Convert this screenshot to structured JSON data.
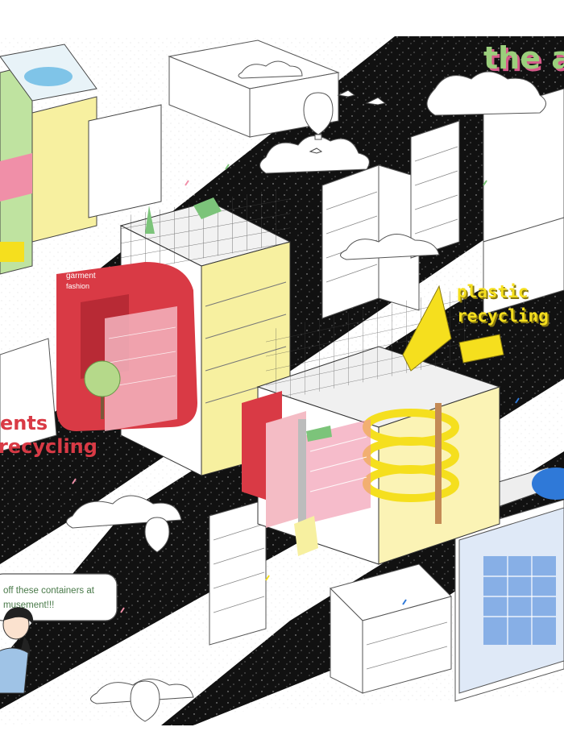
{
  "labels": {
    "title_fragment": "the a",
    "plastic_line1": "plastic",
    "plastic_line2": "recycling",
    "garments_line1": "ents",
    "garments_line2": "recycling",
    "garment_panel_line1": "garment",
    "garment_panel_line2": "fashion"
  },
  "speech_bubble": {
    "line1": "off these containers at",
    "line2": "musement!!!"
  },
  "colors": {
    "title_green": "#9bcf7c",
    "title_shadow": "#d65a8a",
    "plastic_yellow": "#f5df1e",
    "garment_red": "#d93a45",
    "block_black": "#111111",
    "accent_blue": "#2f79d8",
    "pink": "#f08fa8",
    "soft_yellow": "#f7f0a0"
  },
  "icons": [
    "cloud-icon",
    "bird-icon",
    "hot-air-balloon-icon",
    "person-avatar-icon",
    "tree-icon"
  ]
}
